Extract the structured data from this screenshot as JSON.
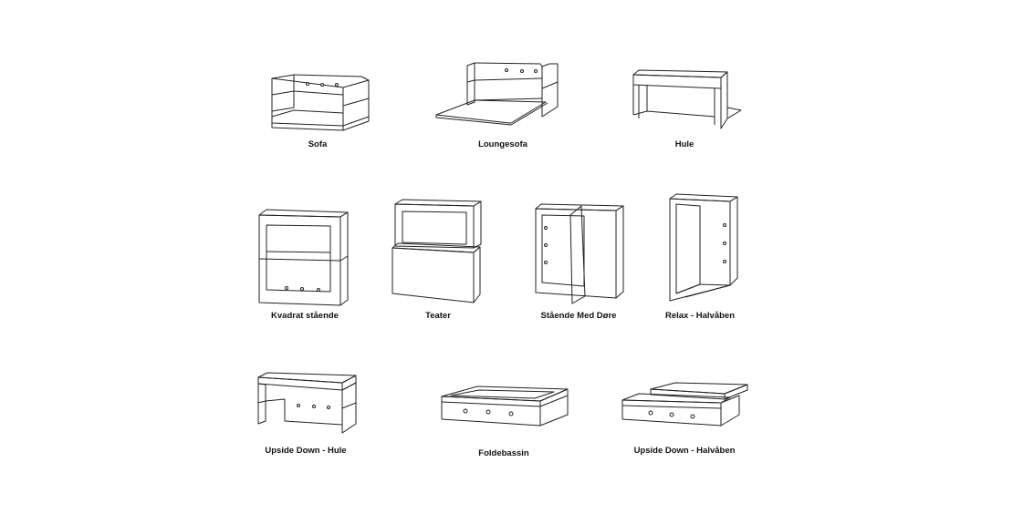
{
  "modules": [
    {
      "label": "Sofa"
    },
    {
      "label": "Loungesofa"
    },
    {
      "label": "Hule"
    },
    {
      "label": "Kvadrat stående"
    },
    {
      "label": "Teater"
    },
    {
      "label": "Stående Med Døre"
    },
    {
      "label": "Relax - Halvåben"
    },
    {
      "label": "Upside Down - Hule"
    },
    {
      "label": "Foldebassin"
    },
    {
      "label": "Upside Down - Halvåben"
    }
  ],
  "colors": {
    "line": "#222222",
    "background": "#ffffff"
  }
}
